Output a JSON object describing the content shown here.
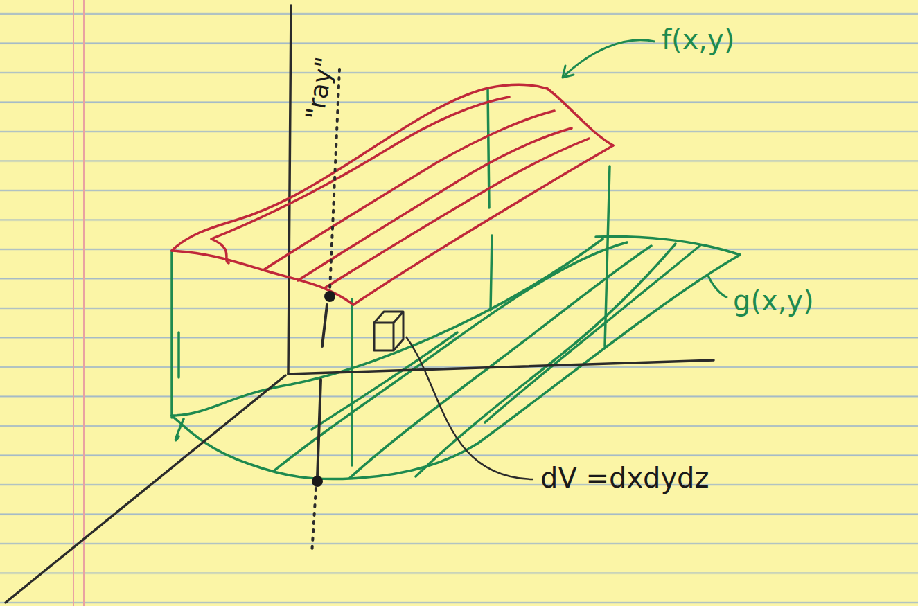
{
  "diagram": {
    "labels": [
      "f(x,y)",
      "g(x,y)",
      "dV =dxdydz",
      "\"ray\""
    ]
  }
}
